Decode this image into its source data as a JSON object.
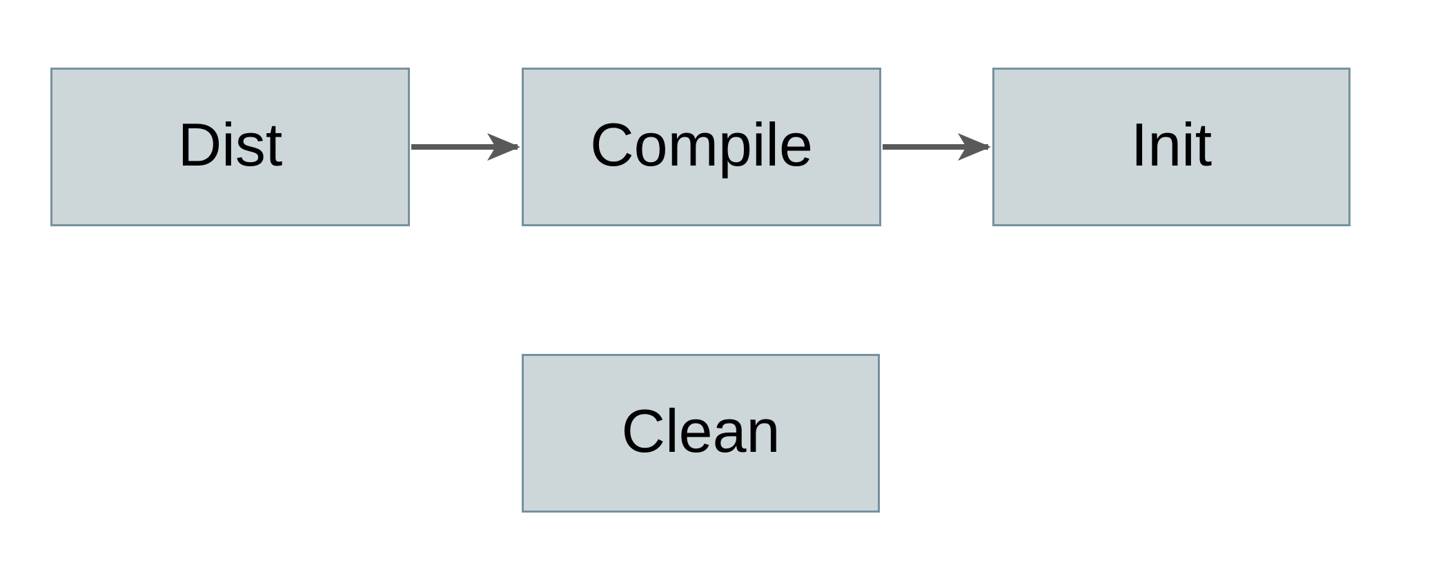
{
  "diagram": {
    "type": "flowchart",
    "nodes": [
      {
        "id": "dist",
        "label": "Dist"
      },
      {
        "id": "compile",
        "label": "Compile"
      },
      {
        "id": "init",
        "label": "Init"
      },
      {
        "id": "clean",
        "label": "Clean"
      }
    ],
    "edges": [
      {
        "from": "Dist",
        "to": "Compile",
        "style": "arrow-right"
      },
      {
        "from": "Compile",
        "to": "Init",
        "style": "arrow-right"
      }
    ],
    "colors": {
      "background": "#ffffff",
      "node_fill": "#cdd6d9",
      "node_border": "#75919e",
      "arrow": "#595959",
      "text": "#000000"
    }
  }
}
